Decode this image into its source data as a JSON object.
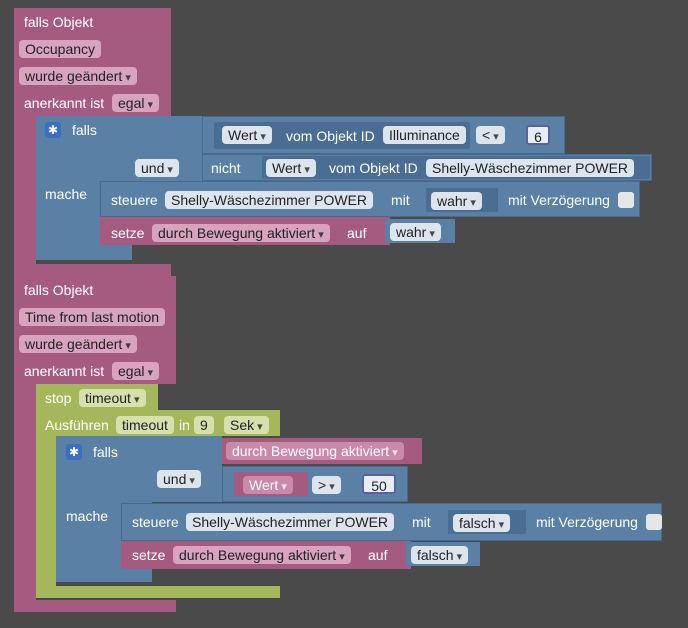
{
  "block1": {
    "header": "falls Objekt",
    "object": "Occupancy",
    "trigger": "wurde geändert",
    "ack_label": "anerkannt ist",
    "ack_value": "egal",
    "if": {
      "falls_label": "falls",
      "mache_label": "mache",
      "cond1": {
        "value": "Wert",
        "from": "vom Objekt ID",
        "object": "Illuminance",
        "operator": "<",
        "number": "6"
      },
      "und_label": "und",
      "nicht_label": "nicht",
      "cond2": {
        "value": "Wert",
        "from": "vom Objekt ID",
        "object": "Shelly-Wäschezimmer POWER"
      },
      "steuere": {
        "label": "steuere",
        "object": "Shelly-Wäschezimmer POWER",
        "mit": "mit",
        "value": "wahr",
        "delay": "mit Verzögerung"
      },
      "setze": {
        "label": "setze",
        "variable": "durch Bewegung aktiviert",
        "auf": "auf",
        "value": "wahr"
      }
    }
  },
  "block2": {
    "header": "falls Objekt",
    "object": "Time from last motion",
    "trigger": "wurde geändert",
    "ack_label": "anerkannt ist",
    "ack_value": "egal",
    "stop": {
      "label": "stop",
      "value": "timeout"
    },
    "ausfuehren": {
      "label": "Ausführen",
      "name": "timeout",
      "in": "in",
      "number": "9",
      "unit": "Sek"
    },
    "if": {
      "falls_label": "falls",
      "mache_label": "mache",
      "cond1": {
        "variable": "durch Bewegung aktiviert"
      },
      "und_label": "und",
      "cond2": {
        "value": "Wert",
        "operator": ">",
        "number": "50"
      },
      "steuere": {
        "label": "steuere",
        "object": "Shelly-Wäschezimmer POWER",
        "mit": "mit",
        "value": "falsch",
        "delay": "mit Verzögerung"
      },
      "setze": {
        "label": "setze",
        "variable": "durch Bewegung aktiviert",
        "auf": "auf",
        "value": "falsch"
      }
    }
  }
}
